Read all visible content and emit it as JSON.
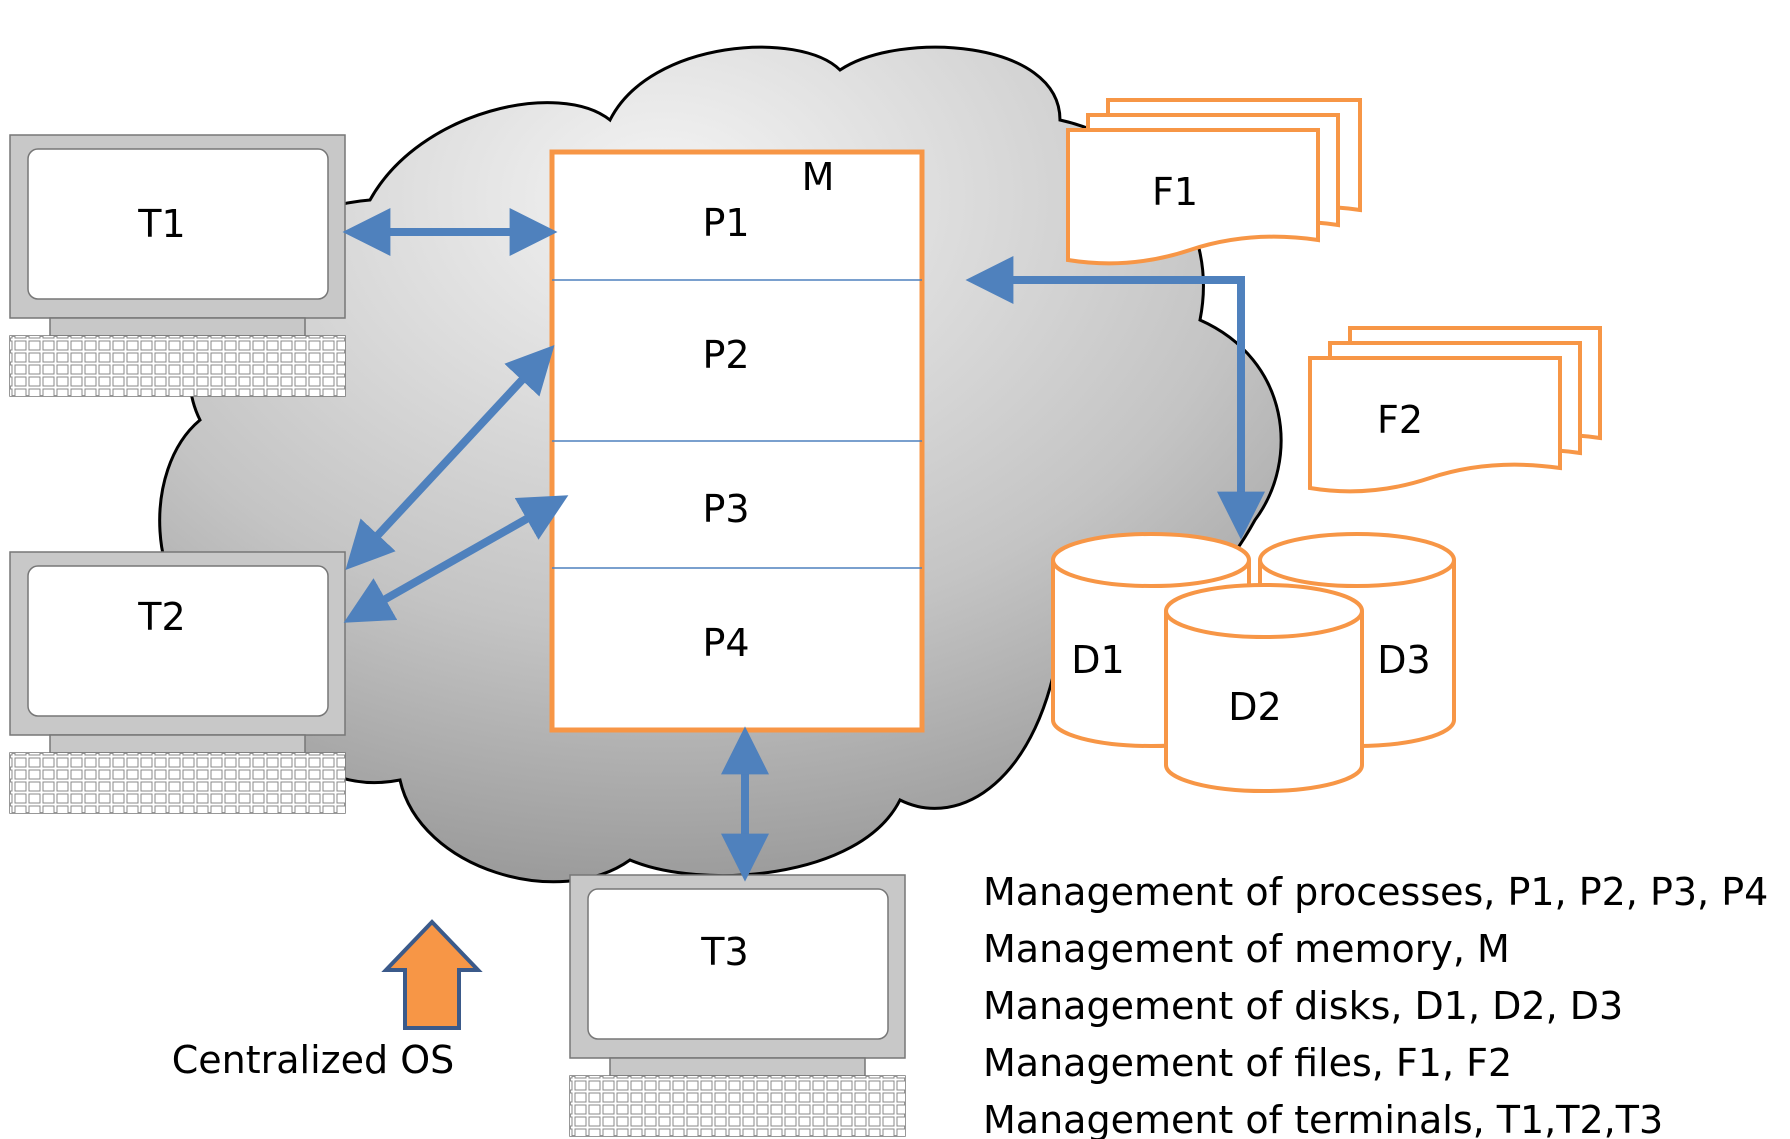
{
  "terminals": [
    {
      "label": "T1"
    },
    {
      "label": "T2"
    },
    {
      "label": "T3"
    }
  ],
  "memory": {
    "label": "M",
    "processes": [
      "P1",
      "P2",
      "P3",
      "P4"
    ]
  },
  "files": [
    "F1",
    "F2"
  ],
  "disks": [
    "D1",
    "D2",
    "D3"
  ],
  "os_label": "Centralized OS",
  "management_list": [
    "Management of processes, P1, P2, P3, P4",
    "Management of  memory, M",
    "Management of disks, D1, D2, D3",
    "Management of  files, F1, F2",
    "Management of  terminals, T1,T2,T3"
  ],
  "colors": {
    "orange": "#f79646",
    "blue": "#4f81bd",
    "cloud_light": "#f2f2f2",
    "cloud_dark": "#8c8c8c",
    "monitor_gray": "#c8c8c8"
  }
}
